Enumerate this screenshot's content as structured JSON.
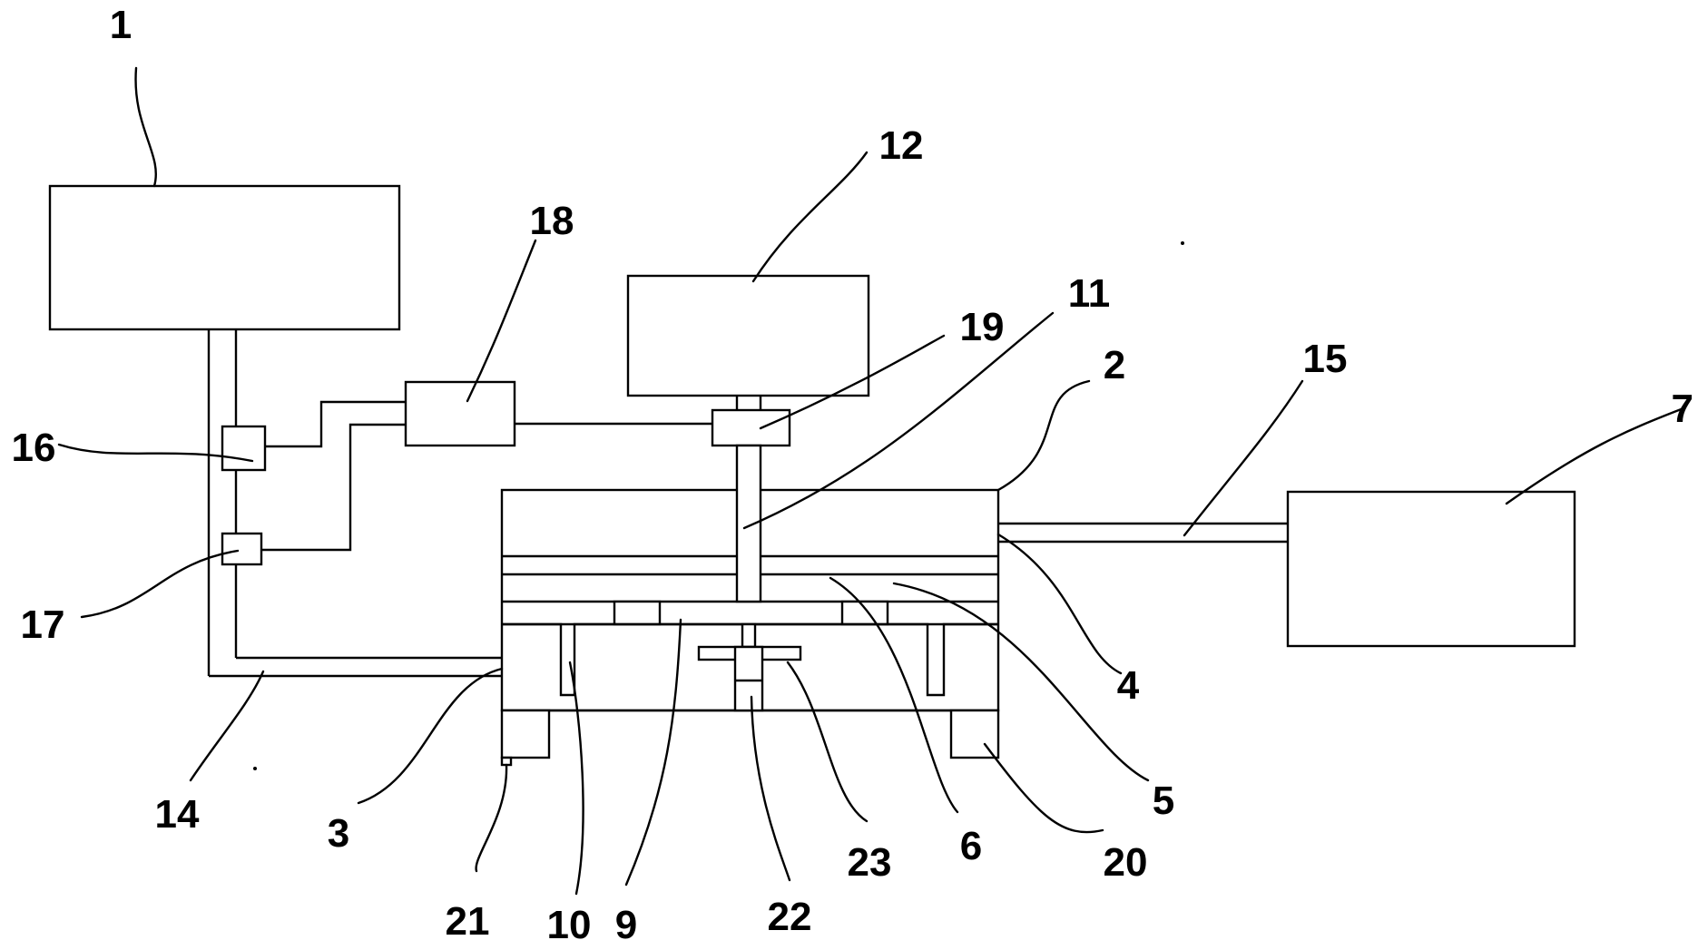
{
  "labels": {
    "n1": "1",
    "n2": "2",
    "n3": "3",
    "n4": "4",
    "n5": "5",
    "n6": "6",
    "n7": "7",
    "n9": "9",
    "n10": "10",
    "n11": "11",
    "n12": "12",
    "n14": "14",
    "n15": "15",
    "n16": "16",
    "n17": "17",
    "n18": "18",
    "n19": "19",
    "n20": "20",
    "n21": "21",
    "n22": "22",
    "n23": "23"
  },
  "colors": {
    "line": "#000000",
    "background": "#ffffff"
  }
}
